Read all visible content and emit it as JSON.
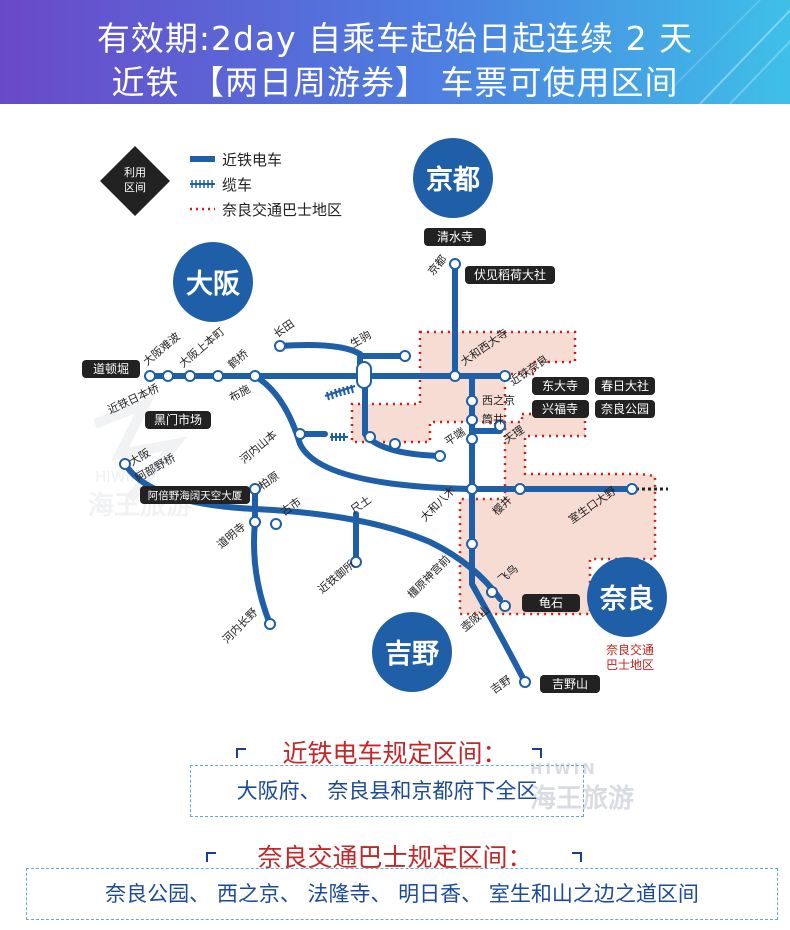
{
  "header": {
    "line1": "有效期:2day 自乘车起始日起连续 2 天",
    "line2": "近铁 【两日周游券】 车票可使用区间"
  },
  "legend": {
    "badge": [
      "利用",
      "区间"
    ],
    "items": [
      "近铁电车",
      "缆车",
      "奈良交通巴士地区"
    ]
  },
  "cities": {
    "kyoto": "京都",
    "osaka": "大阪",
    "nara": "奈良",
    "yoshino": "吉野"
  },
  "tags": {
    "kiyomizu": "清水寺",
    "fushimi": "伏见稻荷大社",
    "dotonbori": "道顿堀",
    "kuromon": "黑门市场",
    "abeno": "阿倍野海阔天空大厦",
    "todaiji": "东大寺",
    "kasuga": "春日大社",
    "kofukuji": "兴福寺",
    "narapark": "奈良公园",
    "kameishi": "龟石",
    "yoshinoyama": "吉野山"
  },
  "stations": {
    "kyoto": "京都",
    "yamato_saidaiji": "大和西大寺",
    "kintetsu_nara": "近铁奈良",
    "saidaiji_w": "西之京",
    "tsutsui": "筒井",
    "hirahata": "平端",
    "tenri": "天理",
    "yamato_yagi": "大和八木",
    "sakurai": "樱井",
    "muroo": "室生口大野",
    "osaka_namba": "大阪难波",
    "uehonmachi": "大阪上本町",
    "tsuruhashi": "鹤桥",
    "nagata": "长田",
    "ikoma": "生驹",
    "kintetsu_nipponbashi": "近铁日本桥",
    "fuse": "布施",
    "kawachi_yamamoto": "河内山本",
    "osaka_abenobashi": "大阪\n阿部野桥",
    "kashihara": "柏原",
    "furuichi": "古市",
    "domyoji": "道明寺",
    "shido": "尺土",
    "kintetsu_gose": "近铁御所",
    "kawachi_nagano": "河内长野",
    "kashiharajingu": "橿原神宫前",
    "asuka": "飞鸟",
    "tsubosakayama": "壶阪山",
    "yoshino": "吉野"
  },
  "nara_bus_label": "奈良交通\n巴士地区",
  "section1": {
    "title": "近铁电车规定区间：",
    "body": "大阪府、 奈良县和京都府下全区"
  },
  "section2": {
    "title": "奈良交通巴士规定区间：",
    "body": "奈良公园、 西之京、 法隆寺、 明日香、 室生和山之边之道区间"
  },
  "watermark": {
    "brand": "HIWIN",
    "cn": "海王旅游"
  },
  "colors": {
    "line": "#1f5fa8",
    "city": "#1f5fa8",
    "tag": "#222222",
    "bus_zone": "#f6dcd3",
    "bus_dots": "#c8201c",
    "title_red": "#c0282a"
  }
}
